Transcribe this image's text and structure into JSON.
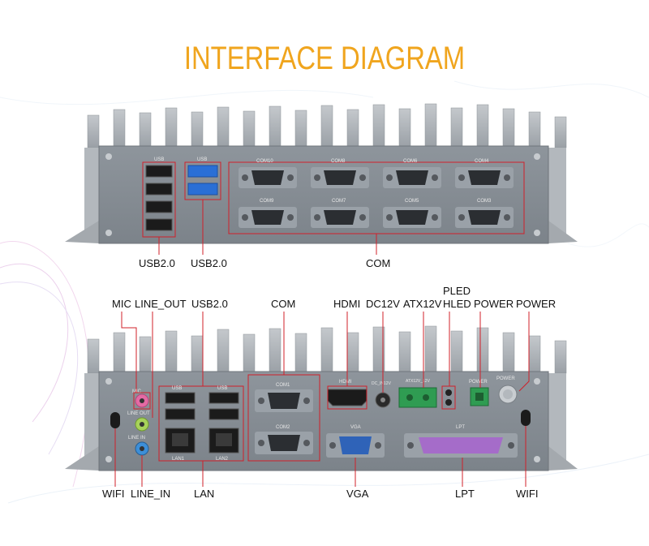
{
  "title": "INTERFACE DIAGRAM",
  "colors": {
    "title": "#f0a51e",
    "callout_line": "#d0202a",
    "chassis": "#a7acb2",
    "panel": "#8c939b",
    "label_text": "#111111"
  },
  "top_panel": {
    "panel_text": {
      "usb_a": "USB",
      "usb_b": "USB",
      "com_top": [
        "COM10",
        "COM8",
        "COM6",
        "COM4"
      ],
      "com_bottom": [
        "COM9",
        "COM7",
        "COM5",
        "COM3"
      ]
    },
    "callouts": {
      "usb_a": "USB2.0",
      "usb_b": "USB2.0",
      "com": "COM"
    }
  },
  "bottom_panel": {
    "panel_text": {
      "mic": "MIC",
      "line_out": "LINE OUT",
      "line_in": "LINE IN",
      "usb_a": "USB",
      "usb_b": "USB",
      "lan1": "LAN1",
      "lan2": "LAN2",
      "com1": "COM1",
      "com2": "COM2",
      "hdmi": "HDMI",
      "dc": "DC_IN12V",
      "atx": "ATX12V_12V",
      "power_sw": "POWER",
      "power_btn": "POWER",
      "vga": "VGA",
      "lpt": "LPT"
    },
    "callouts_top": {
      "mic": "MIC",
      "line_out": "LINE_OUT",
      "usb": "USB2.0",
      "com": "COM",
      "hdmi": "HDMI",
      "dc": "DC12V",
      "atx": "ATX12V",
      "pled": "PLED",
      "hled": "HLED",
      "power_a": "POWER",
      "power_b": "POWER"
    },
    "callouts_bottom": {
      "wifi_left": "WIFI",
      "line_in": "LINE_IN",
      "lan": "LAN",
      "vga": "VGA",
      "lpt": "LPT",
      "wifi_right": "WIFI"
    }
  }
}
